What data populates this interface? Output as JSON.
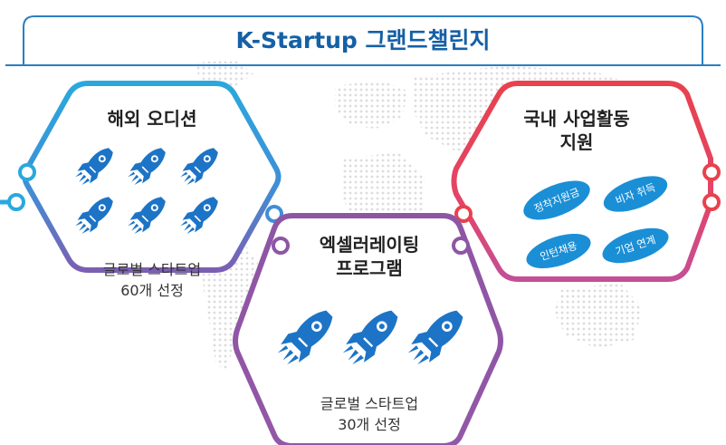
{
  "title": "K-Startup 그랜드챌린지",
  "colors": {
    "title_text": "#1560a6",
    "banner_border": "#2a7fc4",
    "left": "#2aa8de",
    "center": "#8e55a5",
    "right": "#e8424e",
    "rocket": "#1d74c6",
    "pill": "#1a8fd6",
    "dots": "#dddddd"
  },
  "sections": {
    "audition": {
      "title": "해외 오디션",
      "line1": "글로벌 스타트업",
      "line2": "60개 선정",
      "rocket_count": 6,
      "rocket_icon": "rocket-icon"
    },
    "accelerating": {
      "title_line1": "엑셀러레이팅",
      "title_line2": "프로그램",
      "line1": "글로벌 스타트업",
      "line2": "30개 선정",
      "rocket_count": 3,
      "rocket_icon": "rocket-icon"
    },
    "support": {
      "title_line1": "국내 사업활동",
      "title_line2": "지원",
      "pills": [
        "정착지원금",
        "비자 취득",
        "인턴채용",
        "기업 연계"
      ]
    }
  }
}
